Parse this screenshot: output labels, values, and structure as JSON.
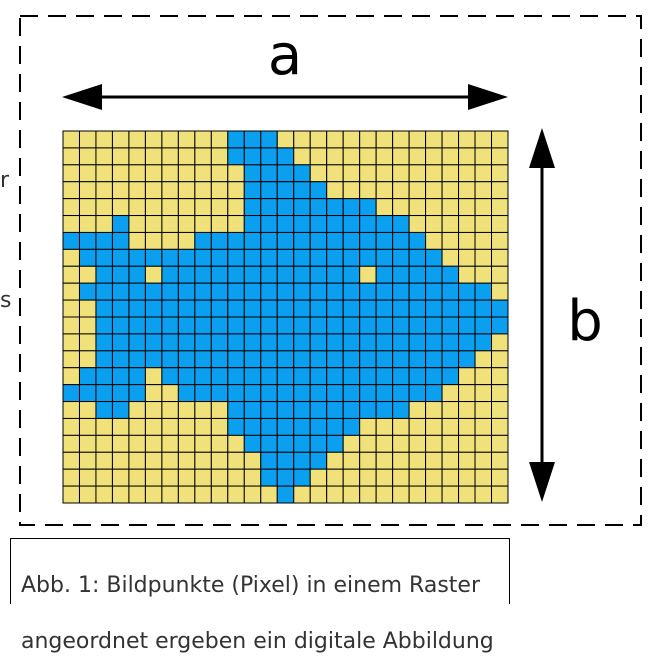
{
  "diagram": {
    "width_label": "a",
    "height_label": "b",
    "grid_rows": 22,
    "grid_cols": 27,
    "colors": {
      "background_pixel": "#f0e17a",
      "foreground_pixel": "#0b9ff0",
      "grid_line": "#000000",
      "frame_dash": "#000000"
    },
    "foreground_runs": [
      [
        [
          10,
          12
        ]
      ],
      [
        [
          10,
          13
        ]
      ],
      [
        [
          11,
          14
        ]
      ],
      [
        [
          11,
          15
        ]
      ],
      [
        [
          11,
          18
        ]
      ],
      [
        [
          3,
          3
        ],
        [
          11,
          20
        ]
      ],
      [
        [
          0,
          3
        ],
        [
          8,
          21
        ]
      ],
      [
        [
          1,
          22
        ]
      ],
      [
        [
          2,
          4
        ],
        [
          6,
          17
        ],
        [
          19,
          23
        ]
      ],
      [
        [
          1,
          25
        ]
      ],
      [
        [
          2,
          26
        ]
      ],
      [
        [
          2,
          26
        ]
      ],
      [
        [
          2,
          25
        ]
      ],
      [
        [
          2,
          24
        ]
      ],
      [
        [
          1,
          4
        ],
        [
          6,
          23
        ]
      ],
      [
        [
          0,
          4
        ],
        [
          7,
          22
        ]
      ],
      [
        [
          2,
          3
        ],
        [
          10,
          20
        ]
      ],
      [
        [
          10,
          17
        ]
      ],
      [
        [
          11,
          16
        ]
      ],
      [
        [
          12,
          15
        ]
      ],
      [
        [
          12,
          14
        ]
      ],
      [
        [
          13,
          13
        ]
      ]
    ]
  },
  "caption": {
    "line1": "Abb. 1: Bildpunkte (Pixel) in einem Raster",
    "line2": "angeordnet ergeben ein digitale Abbildung"
  },
  "edge_text": {
    "left_top": "r",
    "left_mid": "s"
  }
}
